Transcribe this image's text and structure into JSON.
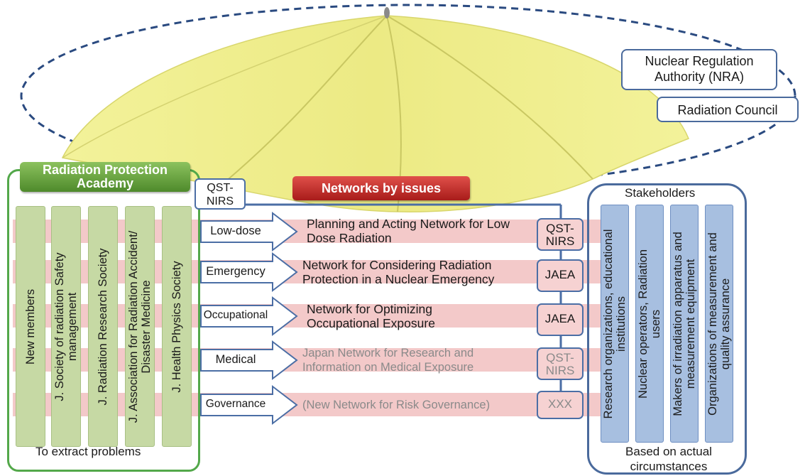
{
  "regulators": {
    "nra": "Nuclear Regulation Authority (NRA)",
    "council": "Radiation Council"
  },
  "academy": {
    "title": "Radiation Protection Academy",
    "societies": [
      "New members",
      "J. Society of radiation Safety management",
      "J. Radiation Research Society",
      "J. Association for Radiation Accident/ Disaster Medicine",
      "J. Health Physics Society"
    ],
    "footer": "To extract problems"
  },
  "coordinator": "QST-NIRS",
  "networks_title": "Networks by issues",
  "issues": [
    {
      "tag": "Low-dose",
      "network": "Planning and Acting Network for Low Dose Radiation",
      "org": "QST-NIRS",
      "active": true
    },
    {
      "tag": "Emergency",
      "network": "Network for Considering Radiation Protection in a Nuclear Emergency",
      "org": "JAEA",
      "active": true
    },
    {
      "tag": "Occupational",
      "network": "Network for Optimizing Occupational Exposure",
      "org": "JAEA",
      "active": true
    },
    {
      "tag": "Medical",
      "network": "Japan Network for Research and Information on Medical Exposure",
      "org": "QST-NIRS",
      "active": false
    },
    {
      "tag": "Governance",
      "network": "(New Network for Risk Governance)",
      "org": "XXX",
      "active": false
    }
  ],
  "stakeholders": {
    "title": "Stakeholders",
    "groups": [
      "Research organizations, educational institutions",
      "Nuclear operators, Radiation users",
      "Makers of irradiation apparatus and measurement equipment",
      "Organizations of measurement and quality assurance"
    ],
    "footer": "Based on actual circumstances"
  },
  "colors": {
    "umbrella": "#f0ef8c",
    "academy_green": "#53a84a",
    "network_red": "#c62b28",
    "stakeholder_blue": "#4a6a9c",
    "band_pink": "#f3c9c9"
  }
}
